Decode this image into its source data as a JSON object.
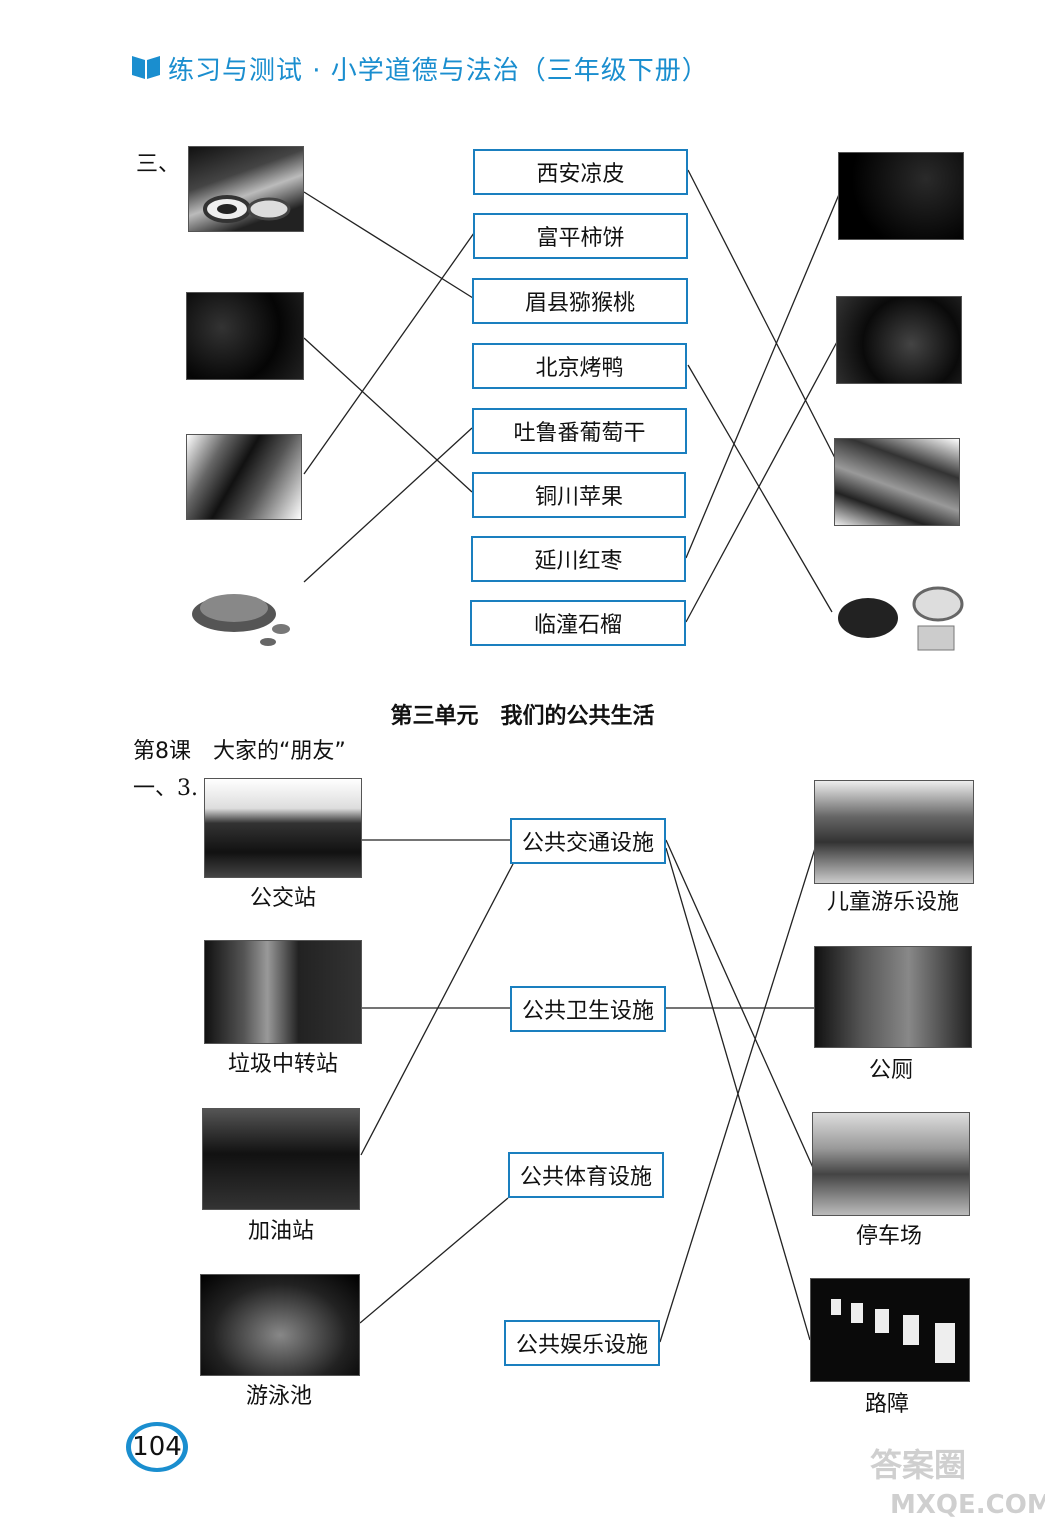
{
  "header": {
    "title": "练习与测试 · 小学道德与法治（三年级下册）"
  },
  "section3": {
    "label": "三、",
    "boxes": [
      "西安凉皮",
      "富平柿饼",
      "眉县猕猴桃",
      "北京烤鸭",
      "吐鲁番葡萄干",
      "铜川苹果",
      "延川红枣",
      "临潼石榴"
    ]
  },
  "unit": {
    "title": "第三单元　我们的公共生活",
    "lesson": "第8课　大家的“朋友”",
    "item_label": "一、3."
  },
  "facilities": {
    "left_captions": [
      "公交站",
      "垃圾中转站",
      "加油站",
      "游泳池"
    ],
    "boxes": [
      "公共交通设施",
      "公共卫生设施",
      "公共体育设施",
      "公共娱乐设施"
    ],
    "right_captions": [
      "儿童游乐设施",
      "公厕",
      "停车场",
      "路障"
    ]
  },
  "footer": {
    "page_number": "104",
    "watermark_line1": "答案圈",
    "watermark_line2": "MXQE.COM"
  },
  "colors": {
    "accent": "#1a8ecf",
    "box_border": "#1a7fbf"
  }
}
